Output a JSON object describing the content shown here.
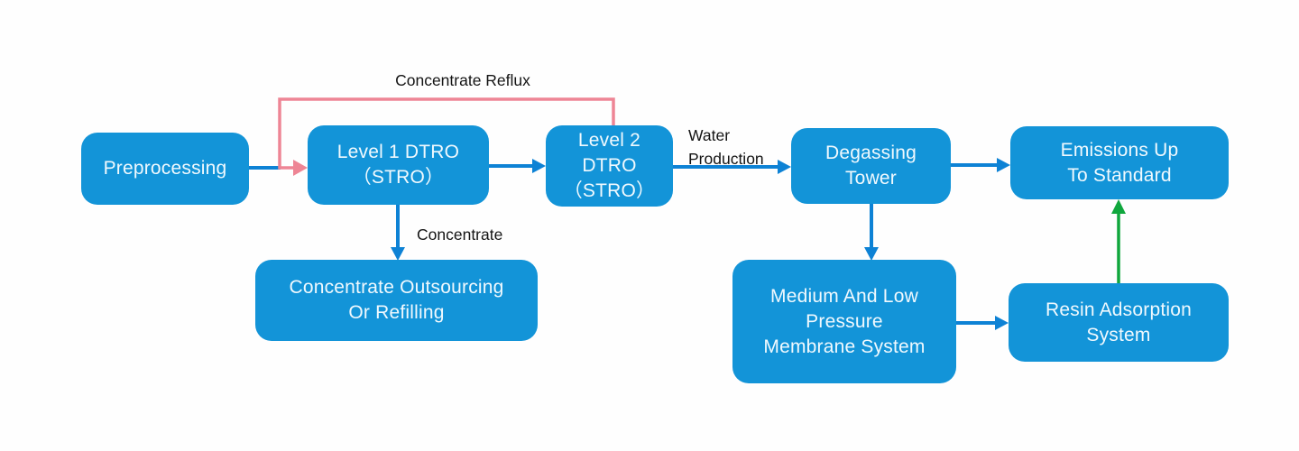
{
  "diagram": {
    "type": "flowchart",
    "nodes": {
      "preprocessing": {
        "label": "Preprocessing"
      },
      "level1_dtro": {
        "label": "Level 1 DTRO\n（STRO）"
      },
      "level2_dtro": {
        "label": "Level 2\nDTRO\n（STRO）"
      },
      "degassing_tower": {
        "label": "Degassing\nTower"
      },
      "emissions_up_to_standard": {
        "label": "Emissions Up\nTo Standard"
      },
      "concentrate_outsourcing_or_refilling": {
        "label": "Concentrate Outsourcing\nOr Refilling"
      },
      "medium_low_pressure_membrane_system": {
        "label": "Medium And Low\nPressure\nMembrane System"
      },
      "resin_adsorption_system": {
        "label": "Resin Adsorption\nSystem"
      }
    },
    "edge_labels": {
      "concentrate_reflux": "Concentrate Reflux",
      "water_production": "Water\nProduction",
      "concentrate": "Concentrate"
    },
    "edges": [
      {
        "from": "preprocessing",
        "to": "level1_dtro",
        "style": "blue"
      },
      {
        "from": "level2_dtro",
        "to": "level1_dtro",
        "style": "pink",
        "label": "Concentrate Reflux"
      },
      {
        "from": "level1_dtro",
        "to": "level2_dtro",
        "style": "blue"
      },
      {
        "from": "level2_dtro",
        "to": "degassing_tower",
        "style": "blue",
        "label": "Water Production"
      },
      {
        "from": "degassing_tower",
        "to": "emissions_up_to_standard",
        "style": "blue"
      },
      {
        "from": "level1_dtro",
        "to": "concentrate_outsourcing_or_refilling",
        "style": "blue",
        "label": "Concentrate"
      },
      {
        "from": "degassing_tower",
        "to": "medium_low_pressure_membrane_system",
        "style": "blue"
      },
      {
        "from": "medium_low_pressure_membrane_system",
        "to": "resin_adsorption_system",
        "style": "blue"
      },
      {
        "from": "resin_adsorption_system",
        "to": "emissions_up_to_standard",
        "style": "green"
      }
    ],
    "colors": {
      "node_fill": "#1394d8",
      "node_text": "#f0f9fe",
      "arrow_blue": "#0d82d5",
      "arrow_pink": "#ee8595",
      "arrow_green": "#10a73d",
      "label_text": "#141414",
      "background": "#fefefe"
    }
  }
}
